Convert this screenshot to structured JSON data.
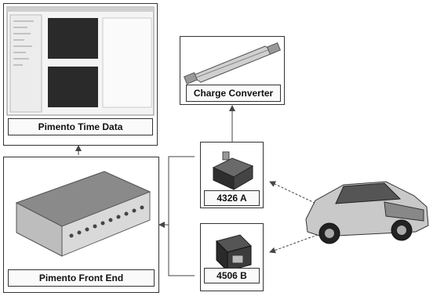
{
  "labels": {
    "time_data": "Pimento Time Data",
    "front_end": "Pimento Front End",
    "charge_converter": "Charge Converter",
    "sensor_a": "4326 A",
    "sensor_b": "4506 B"
  },
  "colors": {
    "border": "#333333",
    "screen_dark": "#2a2a2a",
    "arrow": "#444444",
    "car_body": "#c9c9c9"
  },
  "icons": [
    "software-screenshot",
    "front-end-hardware",
    "charge-converter-cable",
    "accelerometer-sensor",
    "car"
  ]
}
